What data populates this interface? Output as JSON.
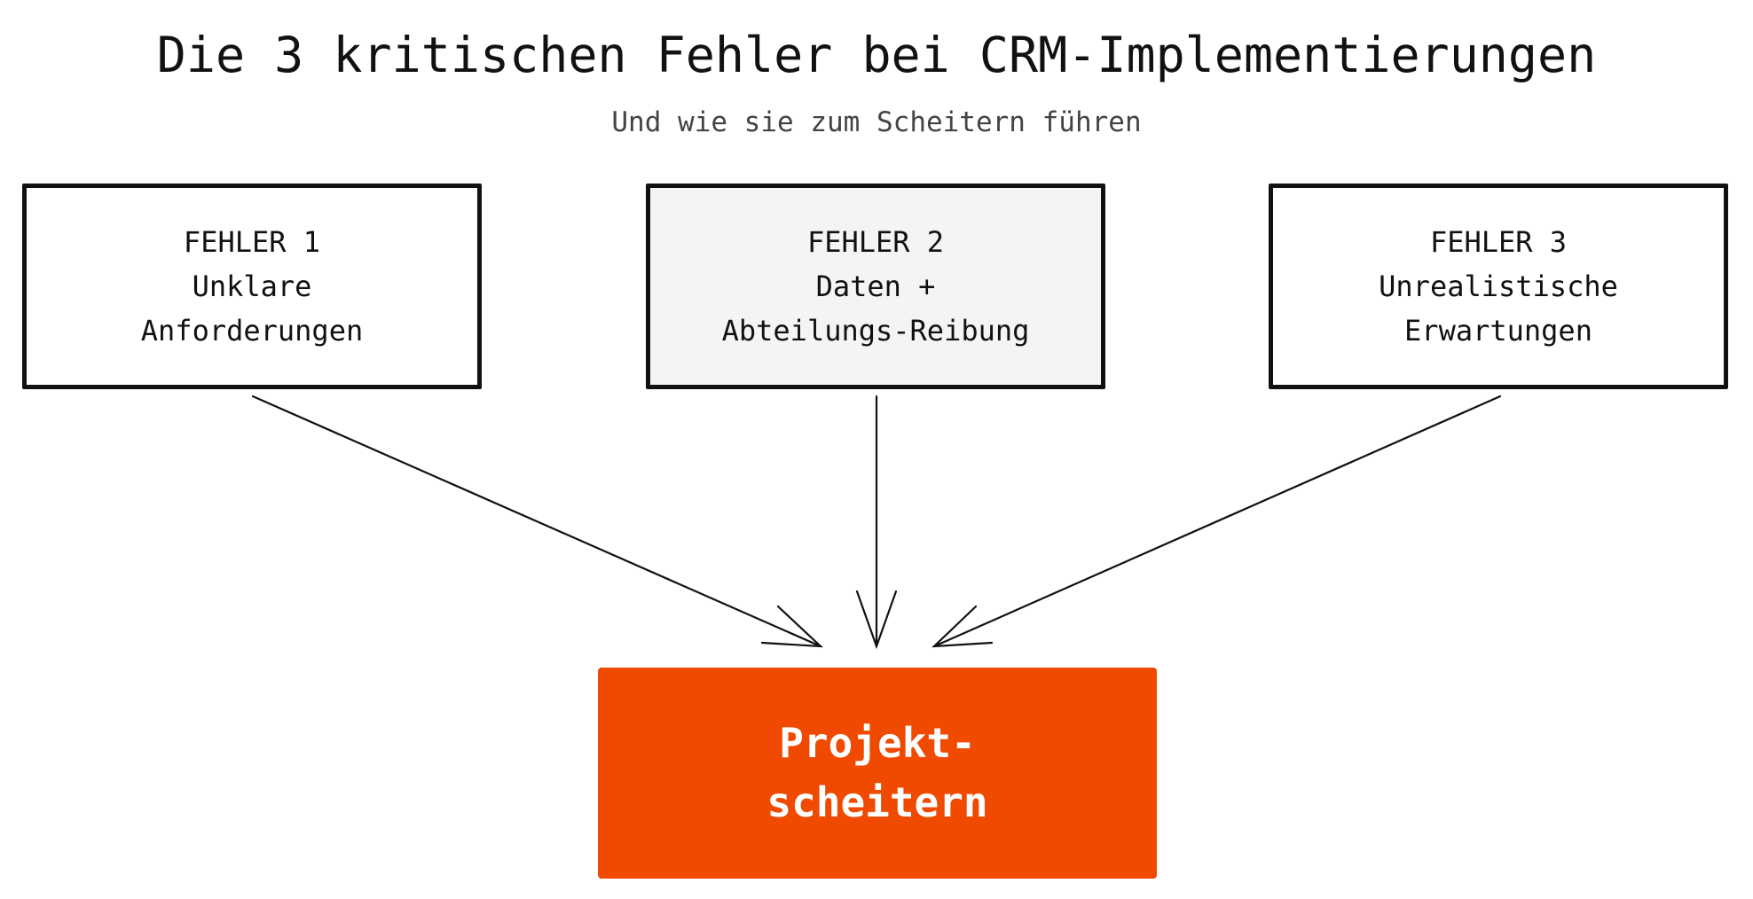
{
  "header": {
    "title": "Die 3 kritischen Fehler bei CRM-Implementierungen",
    "subtitle": "Und wie sie zum Scheitern führen"
  },
  "errors": [
    {
      "label": "FEHLER 1",
      "lines": [
        "Unklare",
        "Anforderungen"
      ]
    },
    {
      "label": "FEHLER 2",
      "lines": [
        "Daten +",
        "Abteilungs-Reibung"
      ]
    },
    {
      "label": "FEHLER 3",
      "lines": [
        "Unrealistische",
        "Erwartungen"
      ]
    }
  ],
  "result": {
    "lines": [
      "Projekt-",
      "scheitern"
    ]
  },
  "colors": {
    "result_fill": "#ef4a00",
    "highlight_box_fill": "#f4f4f4",
    "stroke": "#111111"
  }
}
